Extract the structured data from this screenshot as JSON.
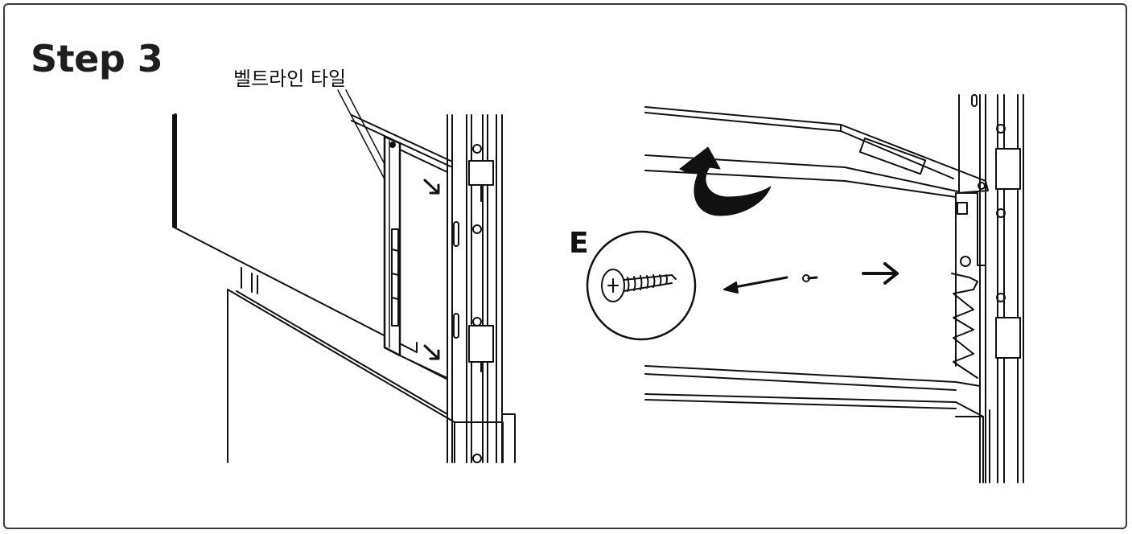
{
  "step": {
    "title": "Step 3"
  },
  "callouts": {
    "beltline_tile": "벨트라인 타일"
  },
  "parts": {
    "screw_label": "E"
  },
  "colors": {
    "line": "#111111",
    "frame": "#3a3a3a",
    "background": "#ffffff"
  }
}
